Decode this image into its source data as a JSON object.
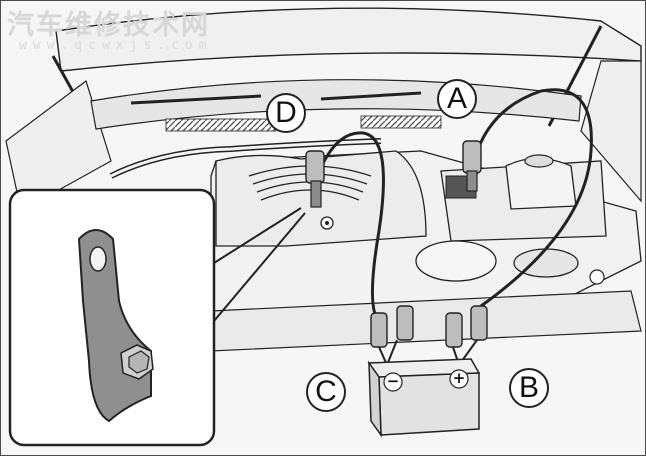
{
  "watermark": {
    "title": "汽车维修技术网",
    "url": "www.qcwxjs.com"
  },
  "callouts": {
    "a": "A",
    "b": "B",
    "c": "C",
    "d": "D"
  },
  "battery_terminals": {
    "negative": "−",
    "positive": "+"
  },
  "colors": {
    "line": "#222222",
    "fill_light": "#f6f6f6",
    "fill_mid": "#e3e3e3",
    "fill_dark": "#bdbdbd",
    "bracket": "#8c8c8c"
  }
}
